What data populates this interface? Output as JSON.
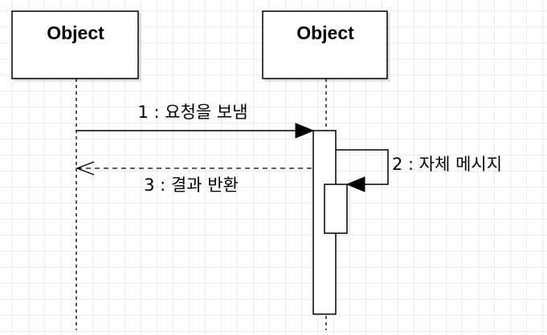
{
  "diagram": {
    "type": "sequence",
    "participants": [
      {
        "id": "left",
        "title": "Object"
      },
      {
        "id": "right",
        "title": "Object"
      }
    ],
    "messages": [
      {
        "label": "1 : 요청을 보냄",
        "from": "left",
        "to": "right",
        "kind": "sync"
      },
      {
        "label": "2 : 자체 메시지",
        "from": "right",
        "to": "right",
        "kind": "self"
      },
      {
        "label": "3 : 결과 반환",
        "from": "right",
        "to": "left",
        "kind": "return"
      }
    ]
  }
}
